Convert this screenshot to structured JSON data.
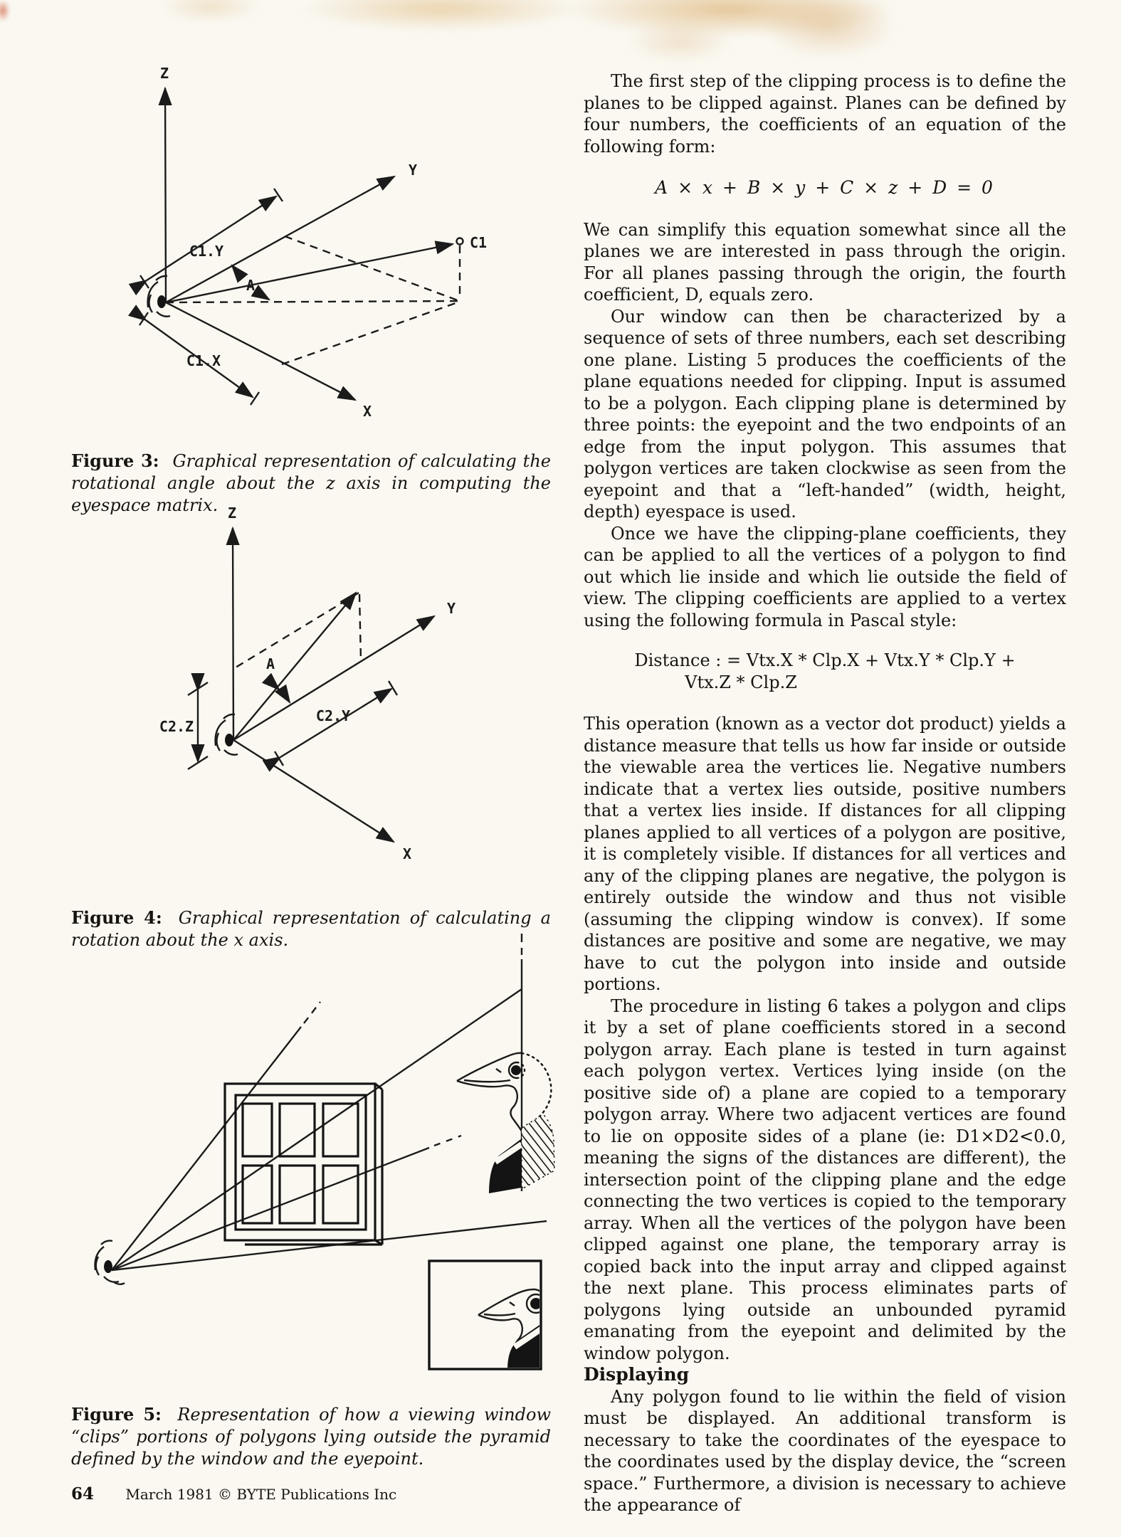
{
  "article": {
    "para1": "The first step of the clipping process is to define the planes to be clipped against. Planes can be defined by four numbers, the coefficients of an equation of the following form:",
    "equation1": "A × x + B × y + C × z + D = 0",
    "para2": "We can simplify this equation somewhat since all the planes we are interested in pass through the origin. For all planes passing through the origin, the fourth coefficient, D, equals zero.",
    "para3": "Our window can then be characterized by a sequence of sets of three numbers, each set describing one plane. Listing 5 produces the coefficients of the plane equations needed for clipping. Input is assumed to be a polygon. Each clipping plane is determined by three points: the eyepoint and the two endpoints of an edge from the input polygon. This assumes that polygon vertices are taken clockwise as seen from the eyepoint and that a “left-handed” (width, height, depth) eyespace is used.",
    "para4": "Once we have the clipping-plane coefficients, they can be applied to all the vertices of a polygon to find out which lie inside and which lie outside the field of view. The clipping coefficients are applied to a vertex using the following formula in Pascal style:",
    "equation2_line1": "Distance : = Vtx.X * Clp.X + Vtx.Y * Clp.Y +",
    "equation2_line2": "Vtx.Z * Clp.Z",
    "para5": "This operation (known as a vector dot product) yields a distance measure that tells us how far inside or outside the viewable area the vertices lie. Negative numbers indicate that a vertex lies outside, positive numbers that a vertex lies inside. If distances for all clipping planes applied to all vertices of a polygon are positive, it is completely visible. If distances for all vertices and any of the clipping planes are negative, the polygon is entirely outside the window and thus not visible (assuming the clipping window is convex). If some distances are positive and some are negative, we may have to cut the polygon into inside and outside portions.",
    "para6": "The procedure in listing 6 takes a polygon and clips it by a set of plane coefficients stored in a second polygon array. Each plane is tested in turn against each polygon vertex. Vertices lying inside (on the positive side of) a plane are copied to a temporary polygon array. Where two adjacent vertices are found to lie on opposite sides of a plane (ie: D1×D2<0.0, meaning the signs of the distances are different), the intersection point of the clipping plane and the edge connecting the two vertices is copied to the temporary array. When all the vertices of the polygon have been clipped against one plane, the temporary array is copied back into the input array and clipped against the next plane. This process eliminates parts of polygons lying outside an unbounded pyramid emanating from the eyepoint and delimited by the window polygon.",
    "heading_displaying": "Displaying",
    "para7": "Any polygon found to lie within the field of vision must be displayed. An additional transform is necessary to take the coordinates of the eyespace to the coordinates used by the display device, the “screen space.” Furthermore, a division is necessary to achieve the appearance of"
  },
  "figures": {
    "fig3": {
      "caption_label": "Figure 3:",
      "caption_text": "Graphical representation of calculating the rotational angle about the z axis in computing the eyespace matrix.",
      "labels": {
        "z": "Z",
        "y": "Y",
        "x": "X",
        "c1": "C1",
        "c1y": "C1.Y",
        "c1x": "C1.X",
        "a": "A"
      }
    },
    "fig4": {
      "caption_label": "Figure 4:",
      "caption_text": "Graphical representation of calculating a rotation about the x axis.",
      "labels": {
        "z": "Z",
        "y": "Y",
        "x": "X",
        "c2z": "C2.Z",
        "c2y": "C2.Y",
        "a": "A"
      }
    },
    "fig5": {
      "caption_label": "Figure 5:",
      "caption_text": "Representation of how a viewing window “clips” portions of polygons lying outside the pyramid defined by the window and the eyepoint."
    }
  },
  "footer": {
    "page_number": "64",
    "credit": "March 1981 © BYTE Publications Inc"
  }
}
